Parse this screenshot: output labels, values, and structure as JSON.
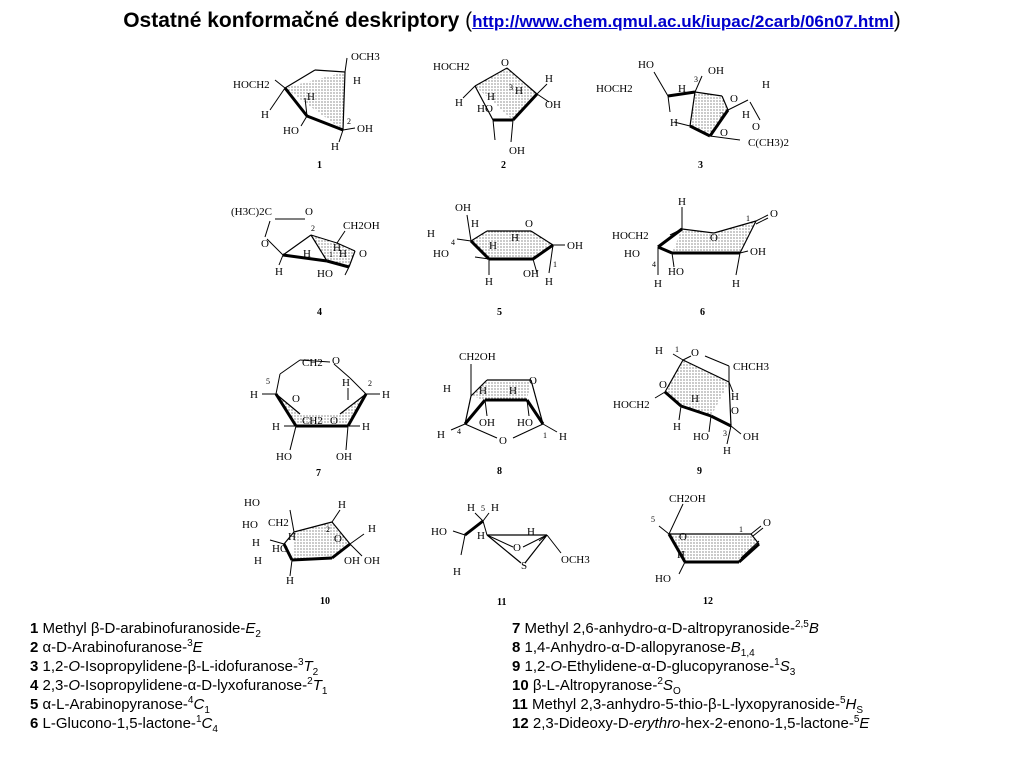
{
  "header": {
    "title": "Ostatné konformačné deskriptory",
    "open_paren": "(",
    "url": "http://www.chem.qmul.ac.uk/iupac/2carb/06n07.html",
    "close_paren": ")"
  },
  "structures": [
    {
      "number": "1",
      "labels": {
        "a": "OCH3",
        "b": "HOCH2",
        "c": "H",
        "d": "H",
        "e": "H",
        "f": "HO",
        "g": "OH",
        "h": "H",
        "i": "2"
      }
    },
    {
      "number": "2",
      "labels": {
        "a": "HOCH2",
        "b": "O",
        "c": "H",
        "d": "H",
        "e": "HO",
        "f": "3",
        "g": "H",
        "h": "OH",
        "i": "H",
        "j": "OH"
      }
    },
    {
      "number": "3",
      "labels": {
        "a": "HO",
        "b": "OH",
        "c": "HOCH2",
        "d": "H",
        "e": "3",
        "f": "H",
        "g": "O",
        "h": "H",
        "i": "2",
        "j": "H",
        "k": "O",
        "l": "C(CH3)2",
        "m": "O"
      }
    },
    {
      "number": "4",
      "labels": {
        "a": "(H3C)2C",
        "b": "O",
        "c": "CH2OH",
        "d": "2",
        "e": "O",
        "f": "H",
        "g": "H",
        "h": "1",
        "i": "H",
        "j": "O",
        "k": "H",
        "l": "HO"
      }
    },
    {
      "number": "5",
      "labels": {
        "a": "OH",
        "b": "H",
        "c": "H",
        "d": "4",
        "e": "H",
        "f": "O",
        "g": "HO",
        "h": "H",
        "i": "OH",
        "j": "OH",
        "k": "1",
        "l": "H",
        "m": "H"
      }
    },
    {
      "number": "6",
      "labels": {
        "a": "H",
        "b": "1",
        "c": "O",
        "d": "HOCH2",
        "e": "O",
        "f": "HO",
        "g": "4",
        "h": "HO",
        "i": "OH",
        "j": "H",
        "k": "H"
      }
    },
    {
      "number": "7",
      "labels": {
        "a": "5",
        "b": "CH2",
        "c": "O",
        "d": "H",
        "e": "2",
        "f": "H",
        "g": "O",
        "h": "H",
        "i": "CH2",
        "j": "O",
        "k": "H",
        "l": "H",
        "m": "HO",
        "n": "OH"
      }
    },
    {
      "number": "8",
      "labels": {
        "a": "CH2OH",
        "b": "H",
        "c": "H",
        "d": "O",
        "e": "H",
        "f": "OH",
        "g": "HO",
        "h": "4",
        "i": "H",
        "j": "1",
        "k": "O",
        "l": "H"
      }
    },
    {
      "number": "9",
      "labels": {
        "a": "H",
        "b": "1",
        "c": "O",
        "d": "CHCH3",
        "e": "O",
        "f": "HOCH2",
        "g": "H",
        "h": "H",
        "i": "H",
        "j": "HO",
        "k": "3",
        "l": "OH",
        "m": "O",
        "n": "H"
      }
    },
    {
      "number": "10",
      "labels": {
        "a": "HO",
        "b": "CH2",
        "c": "2",
        "d": "H",
        "e": "H",
        "f": "HO",
        "g": "H",
        "h": "O",
        "i": "H",
        "j": "OH",
        "k": "H",
        "l": "OH",
        "m": "HO",
        "n": "H"
      }
    },
    {
      "number": "11",
      "labels": {
        "a": "H",
        "b": "5",
        "c": "H",
        "d": "HO",
        "e": "H",
        "f": "O",
        "g": "H",
        "h": "S",
        "i": "OCH3",
        "j": "H"
      }
    },
    {
      "number": "12",
      "labels": {
        "a": "5",
        "b": "CH2OH",
        "c": "O",
        "d": "1",
        "e": "O",
        "f": "HO",
        "g": "H"
      }
    }
  ],
  "captions": [
    {
      "num": "1",
      "pre": " Methyl β-D-arabinofuranoside-",
      "sup": "",
      "letter": "E",
      "sub": "2"
    },
    {
      "num": "2",
      "pre": " α-D-Arabinofuranose-",
      "sup": "3",
      "letter": "E",
      "sub": ""
    },
    {
      "num": "3",
      "pre": " 1,2-",
      "ital": "O",
      "post": "-Isopropylidene-β-L-idofuranose-",
      "sup": "3",
      "letter": "T",
      "sub": "2"
    },
    {
      "num": "4",
      "pre": " 2,3-",
      "ital": "O",
      "post": "-Isopropylidene-α-D-lyxofuranose-",
      "sup": "2",
      "letter": "T",
      "sub": "1"
    },
    {
      "num": "5",
      "pre": " α-L-Arabinopyranose-",
      "sup": "4",
      "letter": "C",
      "sub": "1"
    },
    {
      "num": "6",
      "pre": " L-Glucono-1,5-lactone-",
      "sup": "1",
      "letter": "C",
      "sub": "4"
    },
    {
      "num": "7",
      "pre": " Methyl 2,6-anhydro-α-D-altropyranoside-",
      "sup": "2,5",
      "letter": "B",
      "sub": ""
    },
    {
      "num": "8",
      "pre": " 1,4-Anhydro-α-D-allopyranose-",
      "sup": "",
      "letter": "B",
      "sub": "1,4"
    },
    {
      "num": "9",
      "pre": " 1,2-",
      "ital": "O",
      "post": "-Ethylidene-α-D-glucopyranose-",
      "sup": "1",
      "letter": "S",
      "sub": "3"
    },
    {
      "num": "10",
      "pre": " β-L-Altropyranose-",
      "sup": "2",
      "letter": "S",
      "sub": "O"
    },
    {
      "num": "11",
      "pre": " Methyl 2,3-anhydro-5-thio-β-L-lyxopyranoside-",
      "sup": "5",
      "letter": "H",
      "sub": "S"
    },
    {
      "num": "12",
      "pre": " 2,3-Dideoxy-D-",
      "ital": "erythro",
      "post": "-hex-2-enono-1,5-lactone-",
      "sup": "5",
      "letter": "E",
      "sub": ""
    }
  ]
}
